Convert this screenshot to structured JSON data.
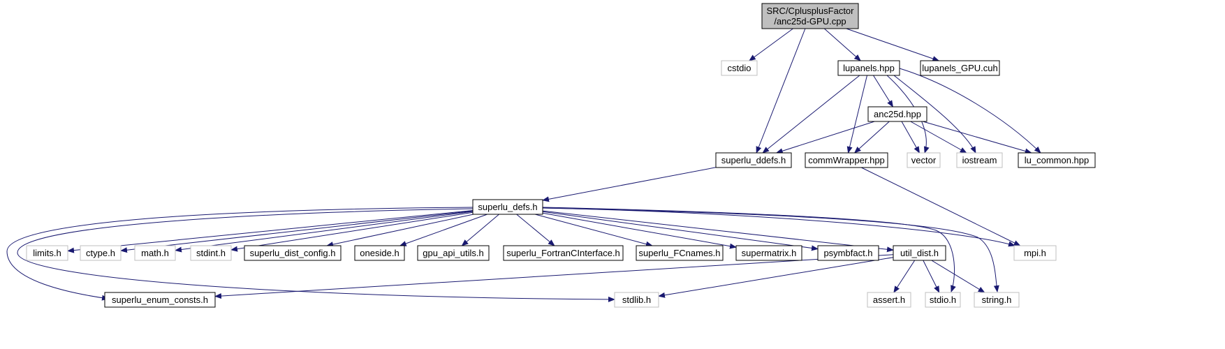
{
  "colors": {
    "edge": "#191970",
    "root_fill": "#bfbfbf",
    "node_border": "#000000",
    "external_border": "#bfbfbf",
    "node_fill": "#ffffff"
  },
  "nodes": [
    {
      "id": "root",
      "label_lines": [
        "SRC/CplusplusFactor",
        "/anc25d-GPU.cpp"
      ],
      "kind": "root"
    },
    {
      "id": "cstdio",
      "label_lines": [
        "cstdio"
      ],
      "kind": "external"
    },
    {
      "id": "lupanels",
      "label_lines": [
        "lupanels.hpp"
      ],
      "kind": "file"
    },
    {
      "id": "lupanels_gpu",
      "label_lines": [
        "lupanels_GPU.cuh"
      ],
      "kind": "file"
    },
    {
      "id": "anc25d",
      "label_lines": [
        "anc25d.hpp"
      ],
      "kind": "file"
    },
    {
      "id": "superlu_ddefs",
      "label_lines": [
        "superlu_ddefs.h"
      ],
      "kind": "file"
    },
    {
      "id": "commwrapper",
      "label_lines": [
        "commWrapper.hpp"
      ],
      "kind": "file"
    },
    {
      "id": "vector",
      "label_lines": [
        "vector"
      ],
      "kind": "external"
    },
    {
      "id": "iostream",
      "label_lines": [
        "iostream"
      ],
      "kind": "external"
    },
    {
      "id": "lu_common",
      "label_lines": [
        "lu_common.hpp"
      ],
      "kind": "file"
    },
    {
      "id": "superlu_defs",
      "label_lines": [
        "superlu_defs.h"
      ],
      "kind": "file"
    },
    {
      "id": "limits",
      "label_lines": [
        "limits.h"
      ],
      "kind": "external"
    },
    {
      "id": "ctype",
      "label_lines": [
        "ctype.h"
      ],
      "kind": "external"
    },
    {
      "id": "math",
      "label_lines": [
        "math.h"
      ],
      "kind": "external"
    },
    {
      "id": "stdint",
      "label_lines": [
        "stdint.h"
      ],
      "kind": "external"
    },
    {
      "id": "dist_config",
      "label_lines": [
        "superlu_dist_config.h"
      ],
      "kind": "file"
    },
    {
      "id": "oneside",
      "label_lines": [
        "oneside.h"
      ],
      "kind": "file"
    },
    {
      "id": "gpu_api",
      "label_lines": [
        "gpu_api_utils.h"
      ],
      "kind": "file"
    },
    {
      "id": "fortran_if",
      "label_lines": [
        "superlu_FortranCInterface.h"
      ],
      "kind": "file"
    },
    {
      "id": "fcnames",
      "label_lines": [
        "superlu_FCnames.h"
      ],
      "kind": "file"
    },
    {
      "id": "supermatrix",
      "label_lines": [
        "supermatrix.h"
      ],
      "kind": "file"
    },
    {
      "id": "psymbfact",
      "label_lines": [
        "psymbfact.h"
      ],
      "kind": "file"
    },
    {
      "id": "util_dist",
      "label_lines": [
        "util_dist.h"
      ],
      "kind": "file"
    },
    {
      "id": "mpi",
      "label_lines": [
        "mpi.h"
      ],
      "kind": "external"
    },
    {
      "id": "enum_consts",
      "label_lines": [
        "superlu_enum_consts.h"
      ],
      "kind": "file"
    },
    {
      "id": "stdlib",
      "label_lines": [
        "stdlib.h"
      ],
      "kind": "external"
    },
    {
      "id": "assert",
      "label_lines": [
        "assert.h"
      ],
      "kind": "external"
    },
    {
      "id": "stdio",
      "label_lines": [
        "stdio.h"
      ],
      "kind": "external"
    },
    {
      "id": "string",
      "label_lines": [
        "string.h"
      ],
      "kind": "external"
    }
  ],
  "edges": [
    {
      "from": "root",
      "to": "cstdio"
    },
    {
      "from": "root",
      "to": "superlu_ddefs"
    },
    {
      "from": "root",
      "to": "lupanels"
    },
    {
      "from": "root",
      "to": "lupanels_gpu"
    },
    {
      "from": "lupanels",
      "to": "superlu_ddefs"
    },
    {
      "from": "lupanels",
      "to": "commwrapper"
    },
    {
      "from": "lupanels",
      "to": "anc25d"
    },
    {
      "from": "lupanels",
      "to": "vector"
    },
    {
      "from": "lupanels",
      "to": "iostream"
    },
    {
      "from": "lupanels",
      "to": "lu_common"
    },
    {
      "from": "anc25d",
      "to": "superlu_ddefs"
    },
    {
      "from": "anc25d",
      "to": "commwrapper"
    },
    {
      "from": "anc25d",
      "to": "vector"
    },
    {
      "from": "anc25d",
      "to": "iostream"
    },
    {
      "from": "anc25d",
      "to": "lu_common"
    },
    {
      "from": "superlu_ddefs",
      "to": "superlu_defs"
    },
    {
      "from": "commwrapper",
      "to": "mpi"
    },
    {
      "from": "superlu_defs",
      "to": "limits"
    },
    {
      "from": "superlu_defs",
      "to": "ctype"
    },
    {
      "from": "superlu_defs",
      "to": "math"
    },
    {
      "from": "superlu_defs",
      "to": "stdint"
    },
    {
      "from": "superlu_defs",
      "to": "dist_config"
    },
    {
      "from": "superlu_defs",
      "to": "oneside"
    },
    {
      "from": "superlu_defs",
      "to": "gpu_api"
    },
    {
      "from": "superlu_defs",
      "to": "fortran_if"
    },
    {
      "from": "superlu_defs",
      "to": "fcnames"
    },
    {
      "from": "superlu_defs",
      "to": "supermatrix"
    },
    {
      "from": "superlu_defs",
      "to": "psymbfact"
    },
    {
      "from": "superlu_defs",
      "to": "util_dist"
    },
    {
      "from": "superlu_defs",
      "to": "mpi"
    },
    {
      "from": "superlu_defs",
      "to": "enum_consts"
    },
    {
      "from": "superlu_defs",
      "to": "stdlib"
    },
    {
      "from": "superlu_defs",
      "to": "stdio"
    },
    {
      "from": "superlu_defs",
      "to": "string"
    },
    {
      "from": "util_dist",
      "to": "enum_consts"
    },
    {
      "from": "util_dist",
      "to": "stdlib"
    },
    {
      "from": "util_dist",
      "to": "assert"
    },
    {
      "from": "util_dist",
      "to": "stdio"
    },
    {
      "from": "util_dist",
      "to": "string"
    }
  ]
}
